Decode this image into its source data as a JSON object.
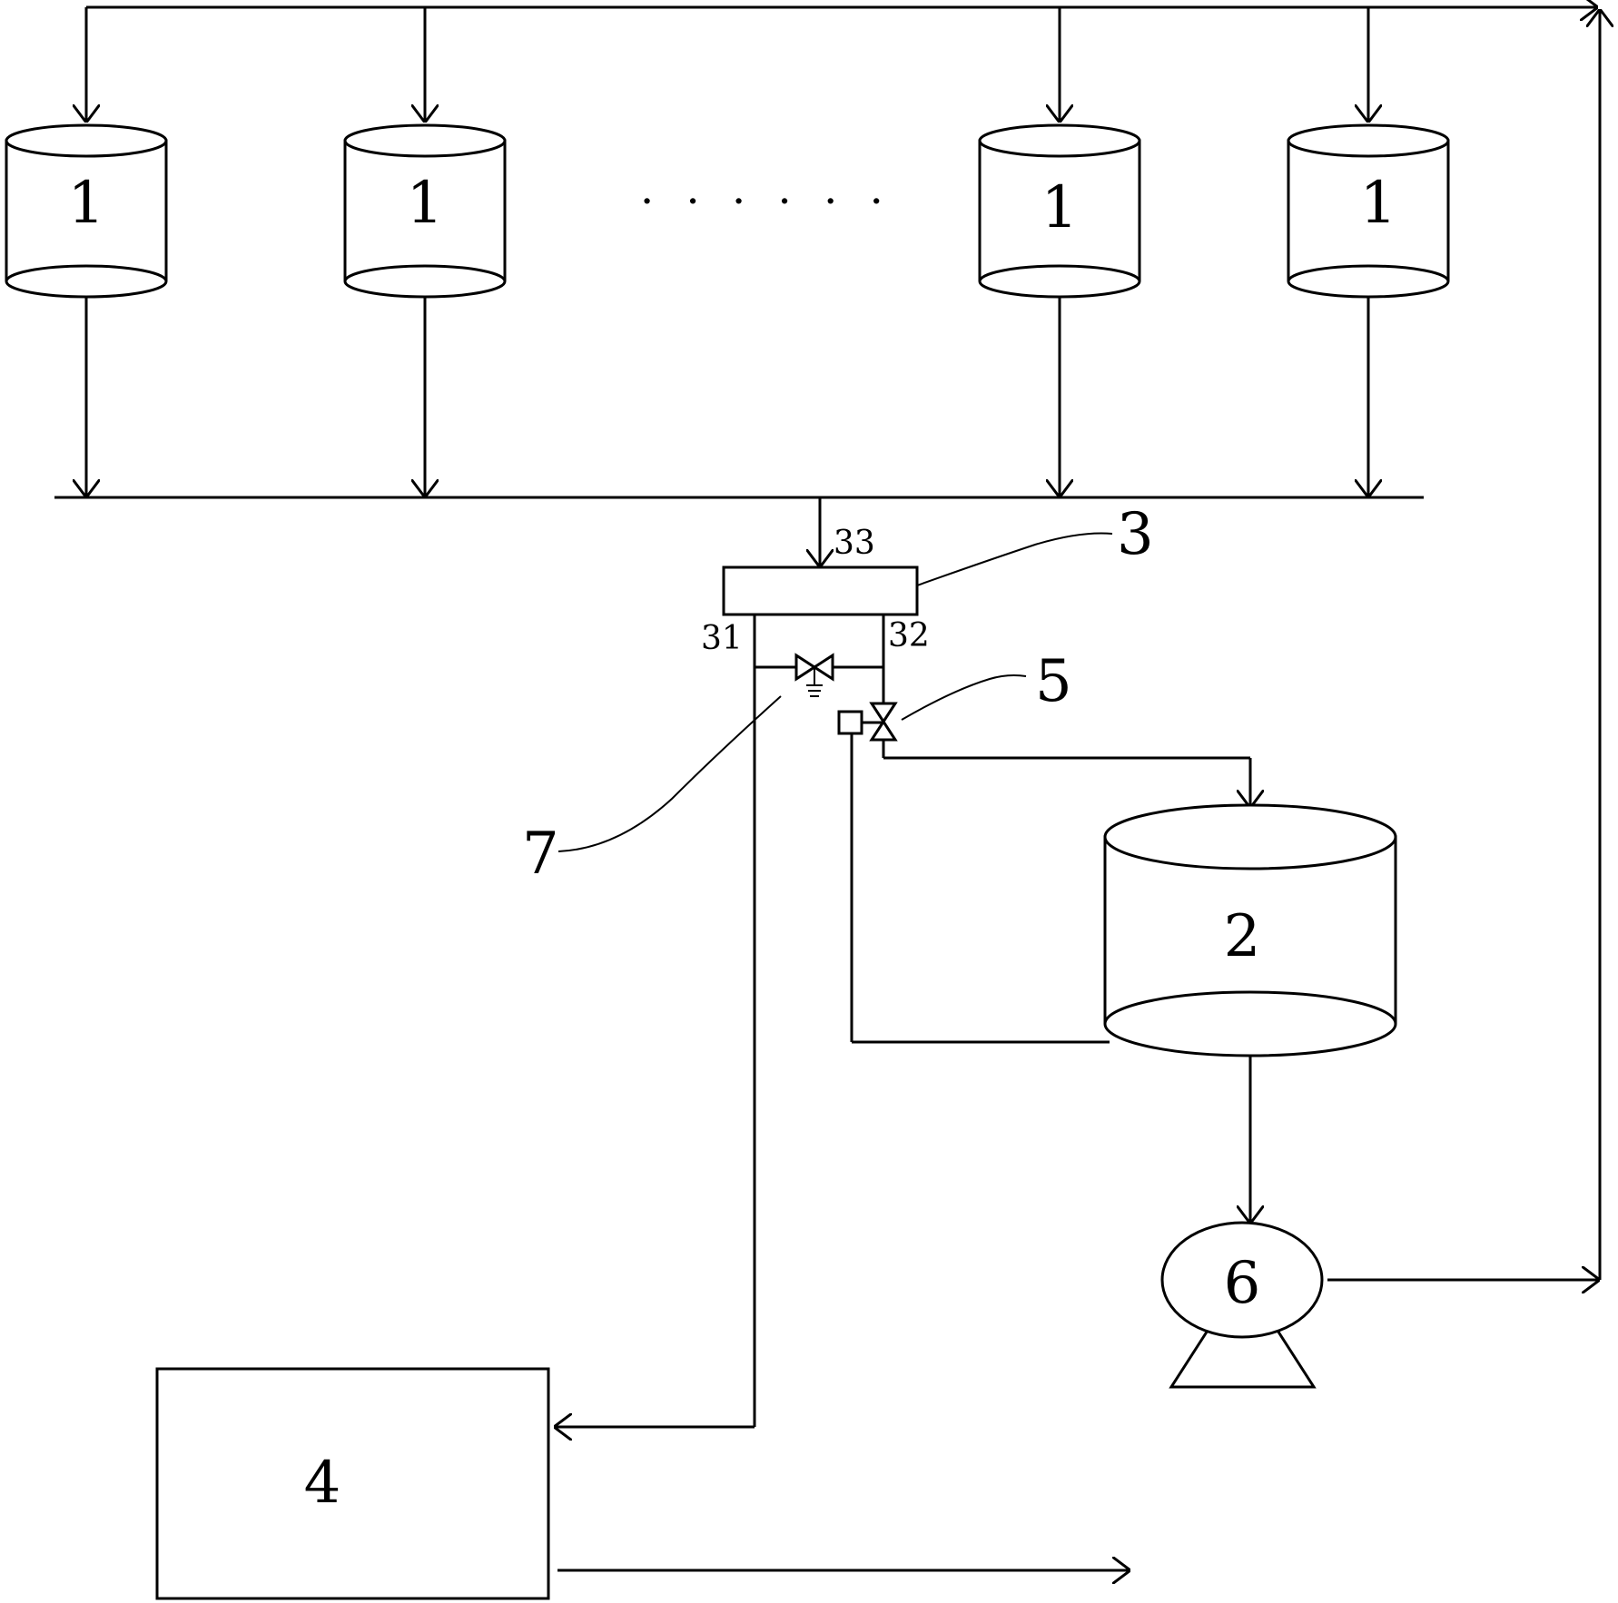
{
  "labels": {
    "tank_1a": "1",
    "tank_1b": "1",
    "tank_1c": "1",
    "tank_1d": "1",
    "ellipsis": "· · · · · ·",
    "component_3": "3",
    "port_31": "31",
    "port_32": "32",
    "port_33": "33",
    "component_5": "5",
    "component_7": "7",
    "tank_2": "2",
    "pump_6": "6",
    "box_4": "4"
  }
}
